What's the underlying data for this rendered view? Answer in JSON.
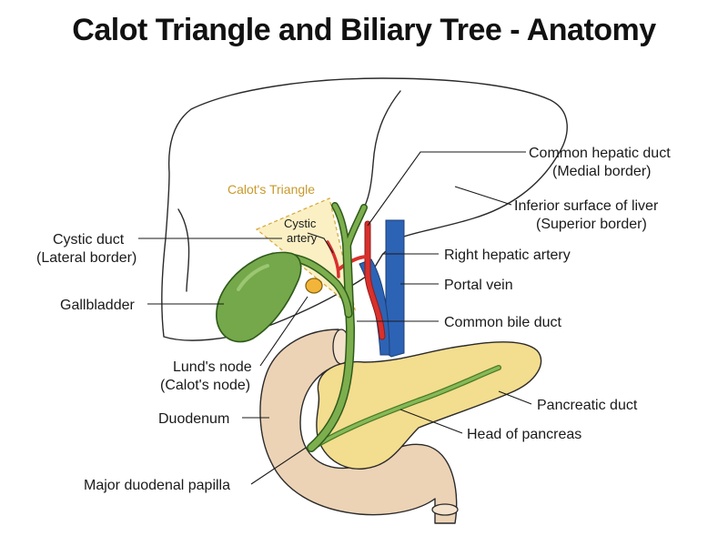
{
  "title": "Calot Triangle and Biliary Tree - Anatomy",
  "colors": {
    "liver_fill": "#ffffff",
    "gallbladder": "#74a84a",
    "duct_green": "#7cae4e",
    "artery_red": "#d9302c",
    "vein_blue": "#2d63b4",
    "pancreas": "#f3dd8e",
    "duodenum": "#ecd3b6",
    "triangle_fill": "#fbf0c4",
    "triangle_gold": "#d4a73a",
    "lymph_node": "#f2b53a"
  },
  "labels": {
    "calot_triangle": "Calot's Triangle",
    "cystic_artery": [
      "Cystic",
      "artery"
    ],
    "common_hepatic_duct": [
      "Common hepatic duct",
      "(Medial border)"
    ],
    "inferior_surface": [
      "Inferior surface of liver",
      "(Superior border)"
    ],
    "cystic_duct": [
      "Cystic duct",
      "(Lateral border)"
    ],
    "right_hepatic_artery": "Right hepatic artery",
    "portal_vein": "Portal vein",
    "gallbladder": "Gallbladder",
    "common_bile_duct": "Common bile duct",
    "lunds_node": [
      "Lund's node",
      "(Calot's node)"
    ],
    "pancreatic_duct": "Pancreatic duct",
    "duodenum": "Duodenum",
    "head_of_pancreas": "Head of pancreas",
    "major_papilla": "Major duodenal papilla"
  }
}
